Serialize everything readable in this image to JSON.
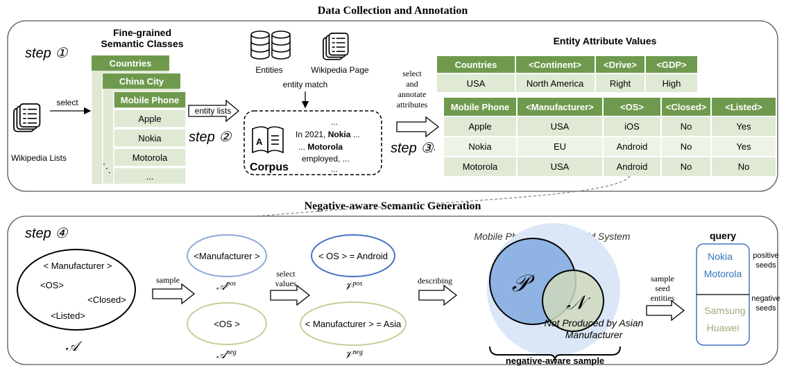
{
  "titles": {
    "top": "Data Collection and Annotation",
    "bottom": "Negative-aware Semantic Generation"
  },
  "steps": {
    "s1": "step ①",
    "s2": "step ②",
    "s3": "step ③",
    "s4": "step ④"
  },
  "top": {
    "wiki_lists": "Wikipedia Lists",
    "select": "select",
    "fine_grained_l1": "Fine-grained",
    "fine_grained_l2": "Semantic Classes",
    "stack_countries": "Countries",
    "stack_china": "China City",
    "stack_mobile": "Mobile Phone",
    "items": [
      "Apple",
      "Nokia",
      "Motorola",
      "..."
    ],
    "entity_lists": "entity lists",
    "entities": "Entities",
    "wiki_page": "Wikipedia Page",
    "entity_match": "entity match",
    "corpus": "Corpus",
    "corpus_text": {
      "dots_top": "...",
      "line1_pre": "In 2021, ",
      "line1_bold": "Nokia",
      "line1_post": " ...",
      "line2_pre": "... ",
      "line2_bold": "Motorola",
      "line3": "employed, ...",
      "dots_bottom": "..."
    },
    "select_annotate": [
      "select",
      "and",
      "annotate",
      "attributes"
    ],
    "attr_title": "Entity Attribute Values",
    "countries_table": {
      "headers": [
        "Countries",
        "<Continent>",
        "<Drive>",
        "<GDP>"
      ],
      "row": [
        "USA",
        "North America",
        "Right",
        "High"
      ]
    },
    "phone_table": {
      "headers": [
        "Mobile Phone",
        "<Manufacturer>",
        "<OS>",
        "<Closed>",
        "<Listed>"
      ],
      "rows": [
        [
          "Apple",
          "USA",
          "iOS",
          "No",
          "Yes"
        ],
        [
          "Nokia",
          "EU",
          "Android",
          "No",
          "Yes"
        ],
        [
          "Motorola",
          "USA",
          "Android",
          "No",
          "No"
        ]
      ]
    }
  },
  "bottom": {
    "attrs": [
      "< Manufacturer >",
      "<OS>",
      "<Closed>",
      "<Listed>"
    ],
    "a_label": "𝒜",
    "sample": "sample",
    "pos_attr": "<Manufacturer >",
    "a_pos": "𝒜",
    "a_pos_sup": "pos",
    "neg_attr": "<OS >",
    "a_neg": "𝒜",
    "a_neg_sup": "neg",
    "select_values": [
      "select",
      "values"
    ],
    "v_pos_text": "< OS > = Android",
    "v_pos": "𝒱",
    "v_pos_sup": "pos",
    "v_neg_text": "< Manufacturer > = Asia",
    "v_neg": "𝒱",
    "v_neg_sup": "neg",
    "describing": "describing",
    "venn_title": "Mobile Phone using Android System",
    "p_symbol": "𝒫",
    "n_symbol": "𝒩",
    "neg_desc_l1": "Not Produced by Asian",
    "neg_desc_l2": "Manufacturer",
    "negative_aware_sample": "negative-aware sample",
    "sample_seed": [
      "sample",
      "seed",
      "entities"
    ],
    "query": "query",
    "pos_seeds": [
      "Nokia",
      "Motorola"
    ],
    "neg_seeds": [
      "Samsung",
      "Huawei"
    ],
    "positive_label": [
      "positive",
      "seeds"
    ],
    "negative_label": [
      "negative",
      "seeds"
    ]
  },
  "colors": {
    "green_dark": "#6f9a4e",
    "green_light": "#dfe9d4",
    "blue_ellipse": "#4472c4",
    "venn_outer": "#dbe7f7",
    "venn_p": "#8fb4e3",
    "venn_n": "#cfd8bd",
    "olive": "#c8cc98",
    "pos_text": "#2e75b6",
    "neg_text": "#a9a57c"
  }
}
